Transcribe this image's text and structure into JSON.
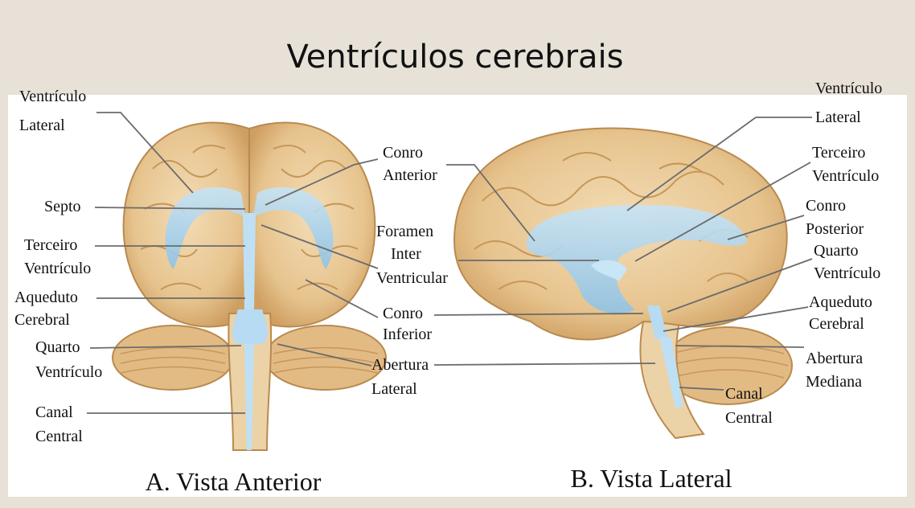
{
  "title": "Ventrículos cerebrais",
  "colors": {
    "frame": "#e7e1d8",
    "panel": "#ffffff",
    "brain_fill": "#e9c99a",
    "brain_shade": "#c99a5c",
    "ventricle": "#a9d3ee",
    "leader": "#6b6b6b"
  },
  "anterior": {
    "caption": "A. Vista Anterior",
    "labels": {
      "ventricle_lateral_1": "Ventrículo",
      "ventricle_lateral_2": "Lateral",
      "septo": "Septo",
      "terceiro_1": "Terceiro",
      "terceiro_2": "Ventrículo",
      "aqueduto_1": "Aqueduto",
      "aqueduto_2": "Cerebral",
      "quarto_1": "Quarto",
      "quarto_2": "Ventrículo",
      "canal_1": "Canal",
      "canal_2": "Central"
    }
  },
  "middle": {
    "labels": {
      "corno_anterior_1": "Conro",
      "corno_anterior_2": "Anterior",
      "foramen_1": "Foramen",
      "foramen_2": "Inter",
      "foramen_3": "Ventricular",
      "corno_inferior_1": "Conro",
      "corno_inferior_2": "Inferior",
      "abertura_lat_1": "Abertura",
      "abertura_lat_2": "Lateral"
    }
  },
  "lateral": {
    "caption": "B. Vista Lateral",
    "labels": {
      "ventricle_lateral_1": "Ventrículo",
      "ventricle_lateral_2": "Lateral",
      "terceiro_1": "Terceiro",
      "terceiro_2": "Ventrículo",
      "corno_posterior_1": "Conro",
      "corno_posterior_2": "Posterior",
      "quarto_1": "Quarto",
      "quarto_2": "Ventrículo",
      "aqueduto_1": "Aqueduto",
      "aqueduto_2": "Cerebral",
      "abertura_med_1": "Abertura",
      "abertura_med_2": "Mediana",
      "canal_1": "Canal",
      "canal_2": "Central"
    }
  }
}
